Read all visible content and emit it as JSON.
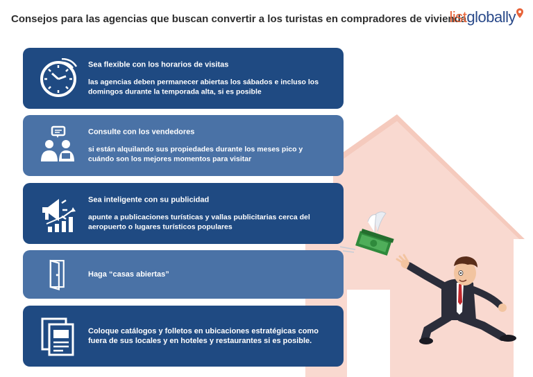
{
  "header": {
    "title": "Consejos para las agencias que buscan convertir a los turistas en compradores de vivienda",
    "logo_part1": "list",
    "logo_part2": "globally"
  },
  "tips": [
    {
      "title": "Sea flexible con los horarios de visitas",
      "text": "las agencias deben permanecer abiertas los sábados e incluso los domingos durante la temporada alta, si es posible",
      "icon": "clock-icon"
    },
    {
      "title": "Consulte con los vendedores",
      "text": "si están alquilando sus propiedades durante los meses pico y cuándo son los mejores momentos para visitar",
      "icon": "people-chat-icon"
    },
    {
      "title": "Sea inteligente con su publicidad",
      "text": "apunte a publicaciones turísticas y vallas publicitarias cerca del aeropuerto o lugares turísticos populares",
      "icon": "megaphone-chart-icon"
    },
    {
      "title": "Haga “casas abiertas”",
      "text": "",
      "icon": "open-door-icon"
    },
    {
      "title": "Coloque catálogos y folletos en ubicaciones estratégicas como fuera de sus locales y en hoteles y restaurantes si es posible.",
      "text": "",
      "icon": "brochure-icon"
    }
  ],
  "colors": {
    "card_dark": "#1f4a82",
    "card_light": "#4a72a6",
    "house": "#f9d9d0",
    "logo_accent": "#e8643a",
    "logo_main": "#2a4a8a"
  }
}
